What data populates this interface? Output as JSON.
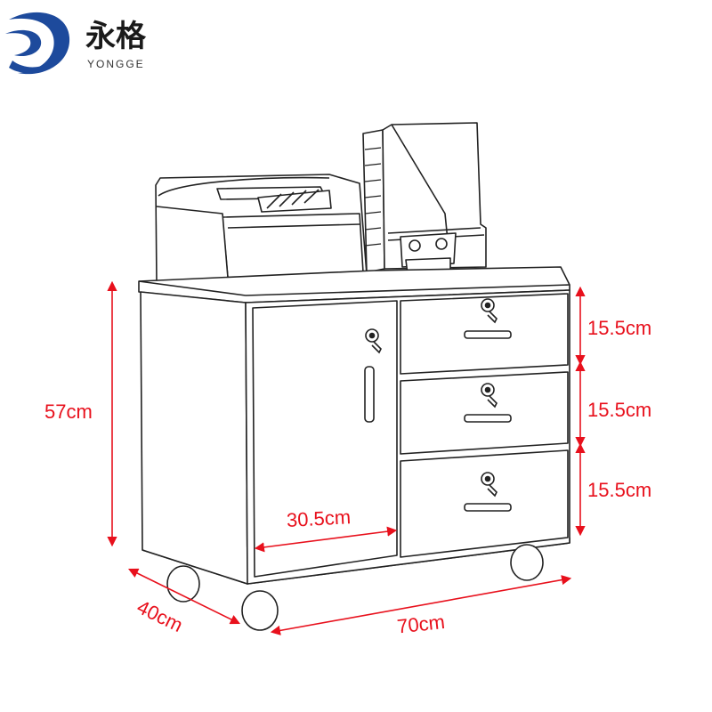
{
  "brand": {
    "name_cn": "永格",
    "name_en": "YONGGE",
    "logo_color": "#1d4a9c"
  },
  "dimensions": {
    "total_height": "57cm",
    "drawer_height_1": "15.5cm",
    "drawer_height_2": "15.5cm",
    "drawer_height_3": "15.5cm",
    "door_width": "30.5cm",
    "depth": "40cm",
    "width": "70cm",
    "color": "#e8101c"
  },
  "icons": {
    "logo": "yongge-swirl-logo-icon",
    "printer": "printer-icon",
    "file-holder": "file-holder-icon",
    "lock": "lock-icon",
    "handle": "drawer-handle-icon",
    "caster": "caster-wheel-icon"
  }
}
